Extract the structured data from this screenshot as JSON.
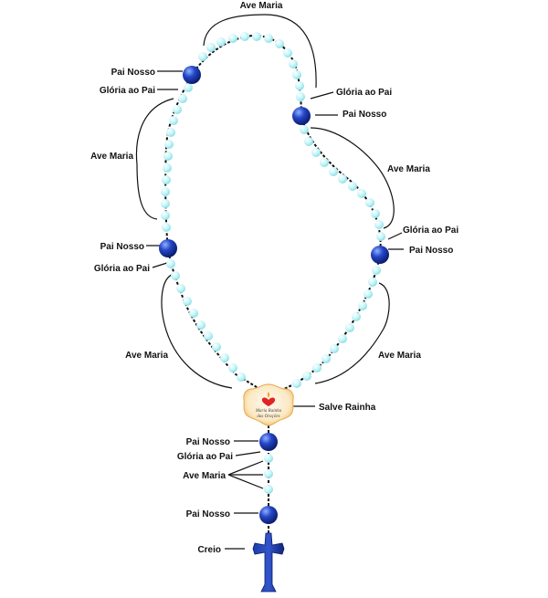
{
  "labels": {
    "top_ave_maria": "Ave Maria",
    "pai_nosso_1": "Pai Nosso",
    "gloria_1": "Glória ao Pai",
    "left_upper_ave_maria": "Ave Maria",
    "pai_nosso_2": "Pai Nosso",
    "gloria_2": "Glória ao Pai",
    "left_lower_ave_maria": "Ave Maria",
    "gloria_right_1": "Glória ao Pai",
    "pai_nosso_right_1": "Pai Nosso",
    "right_upper_ave_maria": "Ave Maria",
    "gloria_right_2": "Glória ao Pai",
    "pai_nosso_right_2": "Pai Nosso",
    "right_lower_ave_maria": "Ave Maria",
    "salve_rainha": "Salve Rainha",
    "pai_nosso_stem_1": "Pai Nosso",
    "gloria_stem": "Glória ao Pai",
    "ave_maria_stem": "Ave Maria",
    "pai_nosso_stem_2": "Pai Nosso",
    "creio": "Creio"
  },
  "medal": {
    "line1": "Maria Rainha",
    "line2": "das Orações"
  },
  "colors": {
    "small_bead": "#bff3f6",
    "large_bead": "#1e3bb0",
    "cross": "#0f2a8a",
    "chain": "#111111",
    "medal": "#f3c97a"
  }
}
